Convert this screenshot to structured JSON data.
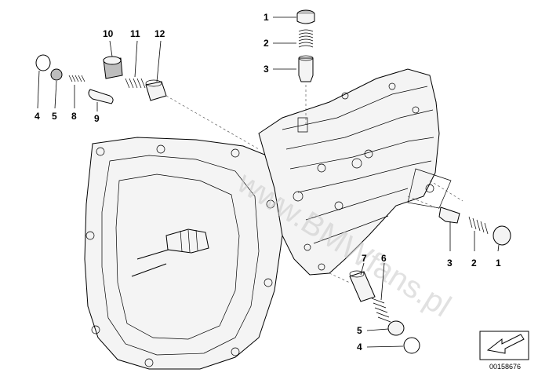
{
  "diagram": {
    "callouts": [
      {
        "id": "top-1",
        "text": "1"
      },
      {
        "id": "top-2",
        "text": "2"
      },
      {
        "id": "top-3",
        "text": "3"
      },
      {
        "id": "l10",
        "text": "10"
      },
      {
        "id": "l11",
        "text": "11"
      },
      {
        "id": "l12",
        "text": "12"
      },
      {
        "id": "l4",
        "text": "4"
      },
      {
        "id": "l5",
        "text": "5"
      },
      {
        "id": "l8",
        "text": "8"
      },
      {
        "id": "l9",
        "text": "9"
      },
      {
        "id": "r3",
        "text": "3"
      },
      {
        "id": "r2",
        "text": "2"
      },
      {
        "id": "r1",
        "text": "1"
      },
      {
        "id": "b7",
        "text": "7"
      },
      {
        "id": "b6",
        "text": "6"
      },
      {
        "id": "b5",
        "text": "5"
      },
      {
        "id": "b4",
        "text": "4"
      }
    ],
    "watermark": "www.BMWfans.pl",
    "image_code": "00158676"
  }
}
